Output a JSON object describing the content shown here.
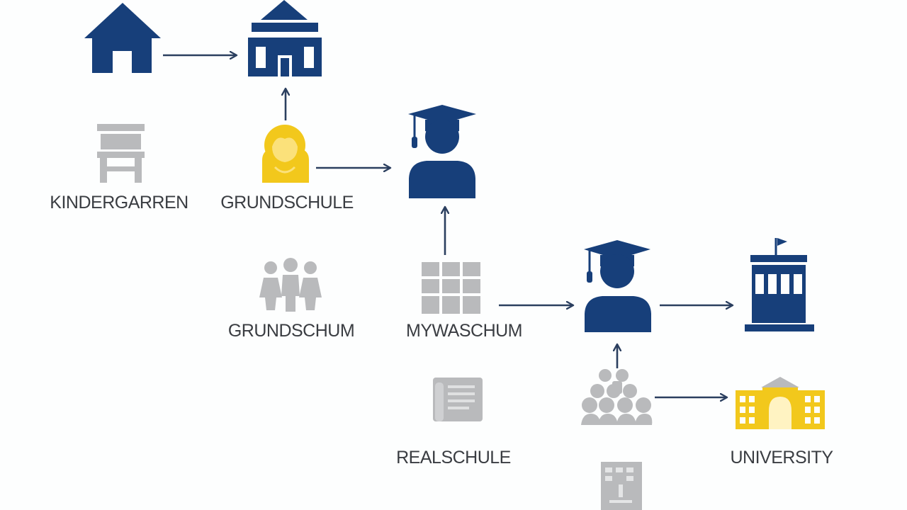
{
  "colors": {
    "navy": "#173f7a",
    "yellow": "#f2c81c",
    "gray": "#b9babc",
    "text": "#3a3d42",
    "arrow": "#2b3f5f"
  },
  "icons": {
    "home": "house-icon",
    "school": "school-building-icon",
    "bench": "bench-icon",
    "child": "child-icon",
    "graduate_1": "graduate-icon",
    "family": "family-icon",
    "blocks": "building-blocks-icon",
    "graduate_2": "graduate-icon",
    "university_tower": "university-building-icon",
    "document": "document-scroll-icon",
    "group": "student-group-icon",
    "university_hall": "university-hall-icon",
    "office": "office-building-icon"
  },
  "labels": {
    "kindergarten": "KINDERGARREN",
    "grundschule": "GRUNDSCHULE",
    "grundschum": "GRUNDSCHUM",
    "mywaschum": "MYWASCHUM",
    "realschule": "REALSCHULE",
    "university": "UNIVERSITY"
  }
}
